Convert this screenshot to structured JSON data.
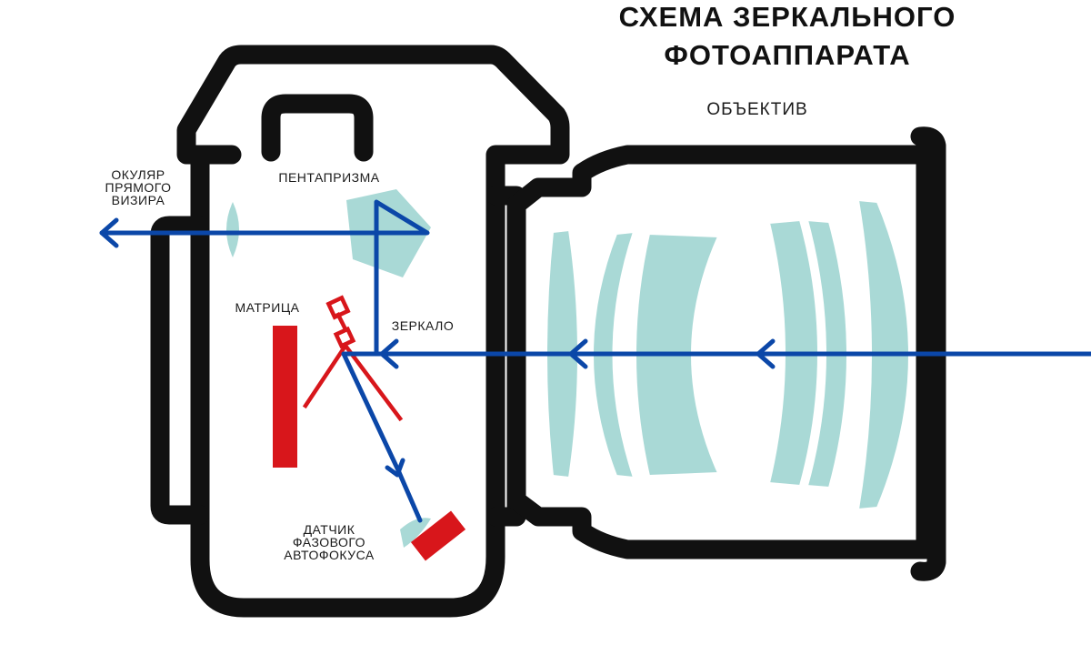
{
  "title": {
    "line1": "СХЕМА ЗЕРКАЛЬНОГО",
    "line2": "ФОТОАППАРАТА"
  },
  "labels": {
    "lens": "ОБЪЕКТИВ",
    "pentaprism": "ПЕНТАПРИЗМА",
    "eyepiece": [
      "ОКУЛЯР",
      "ПРЯМОГО",
      "ВИЗИРА"
    ],
    "sensor": "МАТРИЦА",
    "mirror": "ЗЕРКАЛО",
    "af_sensor": [
      "ДАТЧИК",
      "ФАЗОВОГО",
      "АВТОФОКУСА"
    ]
  },
  "colors": {
    "body_outline": "#111111",
    "light_ray": "#0b47a8",
    "glass": "#a9d9d6",
    "sensor_red": "#d8161b"
  }
}
